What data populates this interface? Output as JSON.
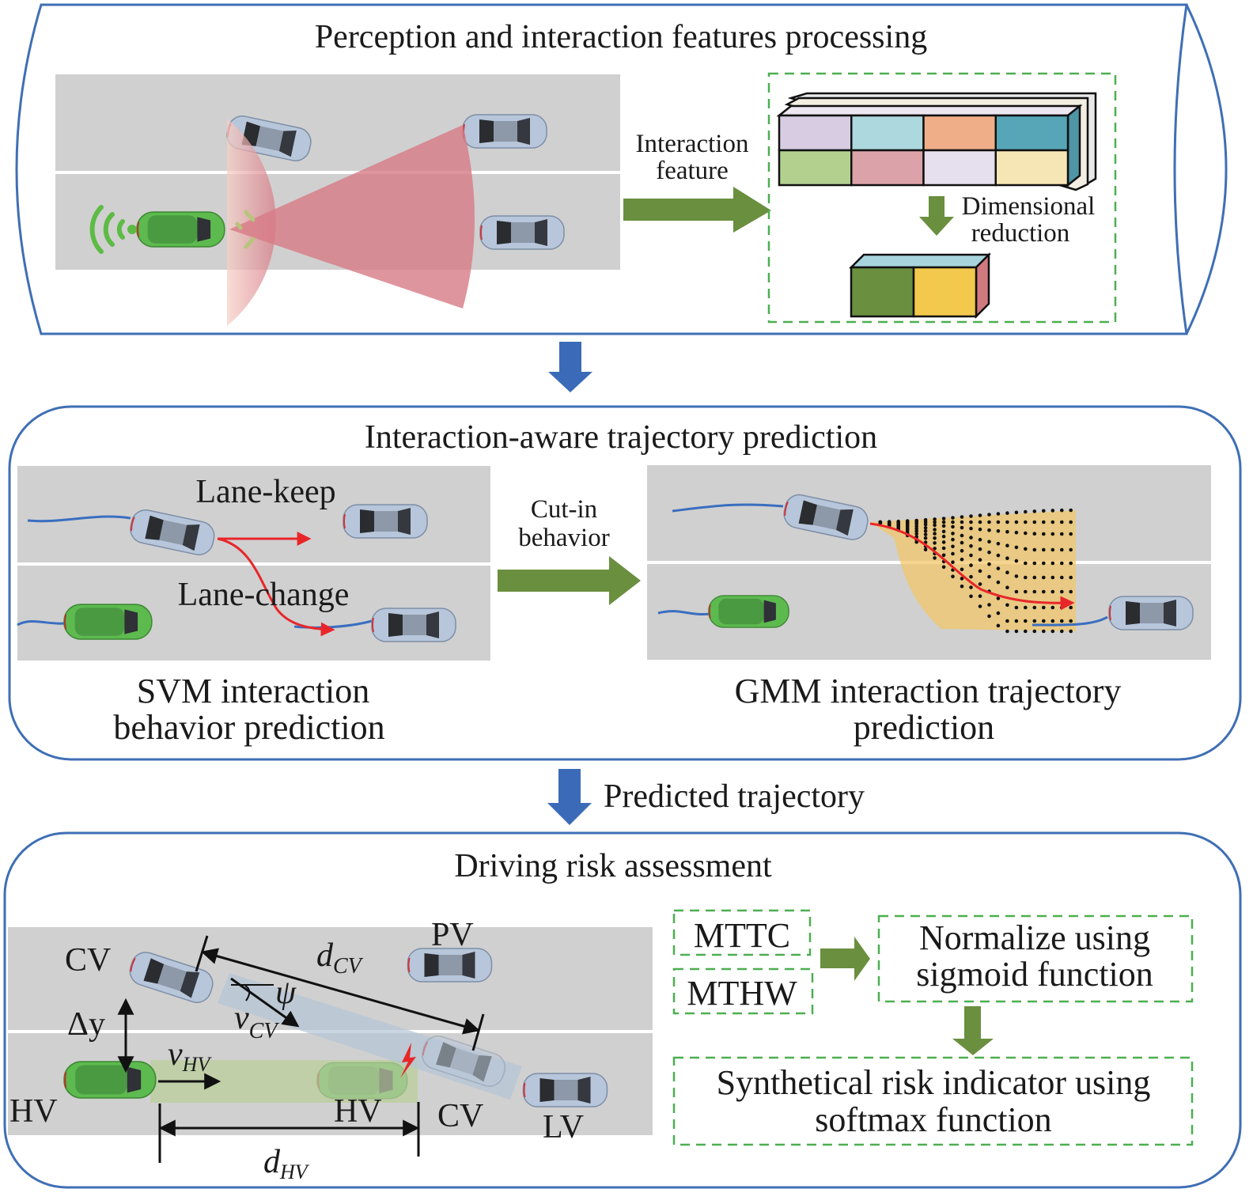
{
  "colors": {
    "panel_border": "#3f6fb5",
    "flow_arrow_blue": "#3b6bb8",
    "green_arrow": "#6a8f3f",
    "dashed_box": "#4caf50",
    "road": "#d0d0d0",
    "lane_line": "#ffffff",
    "ego_car": "#4e9d45",
    "other_car": "#a9bcd4",
    "sensor_cone": "#d9808a",
    "trajectory_blue": "#3a6ec0",
    "trajectory_red": "#e8262a",
    "gmm_region": "#f1c76a"
  },
  "panel1": {
    "title": "Perception and interaction features processing",
    "arrow_label_line1": "Interaction",
    "arrow_label_line2": "feature",
    "reduction_label_line1": "Dimensional",
    "reduction_label_line2": "reduction",
    "feature_tensor_colors_top": [
      "#d7cce2",
      "#acd8de",
      "#f0ae88",
      "#56a6b8"
    ],
    "feature_tensor_colors_bottom": [
      "#b3d08f",
      "#dba3a9",
      "#e6e0ee",
      "#f7e6b5"
    ],
    "reduced_tensor_colors": [
      "#6a8f3f",
      "#f2c94c"
    ]
  },
  "panel2": {
    "title": "Interaction-aware trajectory prediction",
    "lane_keep_label": "Lane-keep",
    "lane_change_label": "Lane-change",
    "arrow_label_line1": "Cut-in",
    "arrow_label_line2": "behavior",
    "left_caption_line1": "SVM interaction",
    "left_caption_line2": "behavior prediction",
    "right_caption_line1": "GMM interaction trajectory",
    "right_caption_line2": "prediction"
  },
  "between_2_3": {
    "label": "Predicted trajectory"
  },
  "panel3": {
    "title": "Driving risk assessment",
    "labels": {
      "cv_top": "CV",
      "pv": "PV",
      "d_cv_main": "d",
      "d_cv_sub": "CV",
      "psi": "ψ",
      "v_cv_main": "v",
      "v_cv_sub": "CV",
      "delta_y": "Δy",
      "v_hv_main": "v",
      "v_hv_sub": "HV",
      "hv_left": "HV",
      "hv_mid": "HV",
      "cv_bottom": "CV",
      "lv": "LV",
      "d_hv_main": "d",
      "d_hv_sub": "HV"
    },
    "mttc": "MTTC",
    "mthw": "MTHW",
    "normalize_line1": "Normalize using",
    "normalize_line2": "sigmoid function",
    "synthetical_line1": "Synthetical risk indicator using",
    "synthetical_line2": "softmax function"
  }
}
